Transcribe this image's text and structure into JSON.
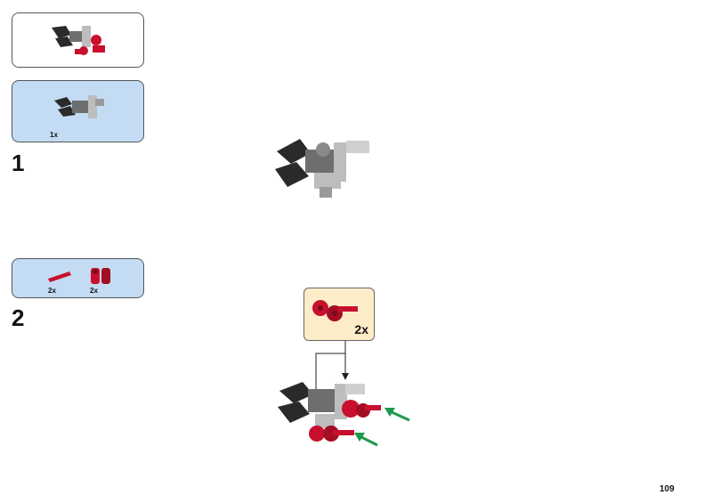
{
  "page": {
    "number": "109"
  },
  "steps": [
    {
      "number": "1",
      "parts": [
        {
          "quantity": "1x",
          "icon": "claw-assembly-icon",
          "color": "#2a2a2a"
        }
      ]
    },
    {
      "number": "2",
      "parts": [
        {
          "quantity": "2x",
          "icon": "red-axle-icon",
          "color": "#c8102e"
        },
        {
          "quantity": "2x",
          "icon": "red-connector-icon",
          "color": "#c8102e"
        }
      ],
      "subassembly": {
        "quantity": "2x",
        "icon": "red-axle-connector-icon"
      }
    }
  ],
  "colors": {
    "parts_panel": "#c3dcf4",
    "subassembly_panel": "#fdecc8",
    "arrow": "#1a9a4a",
    "brick_red": "#c8102e",
    "brick_black": "#2a2a2a"
  }
}
